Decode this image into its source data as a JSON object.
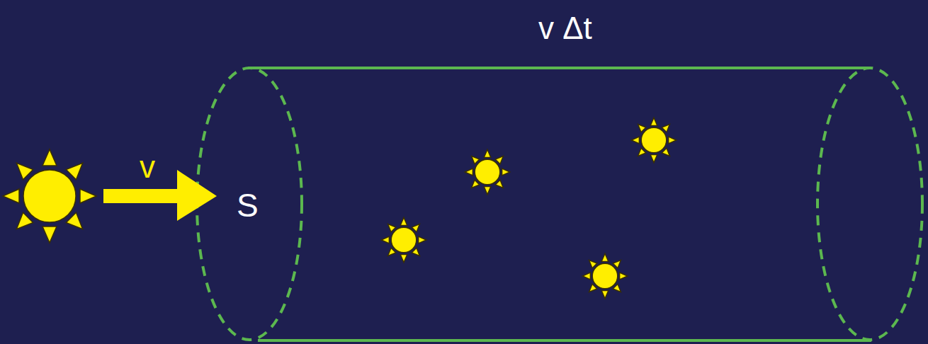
{
  "diagram": {
    "labels": [
      "v Δt",
      "v",
      "S"
    ]
  }
}
